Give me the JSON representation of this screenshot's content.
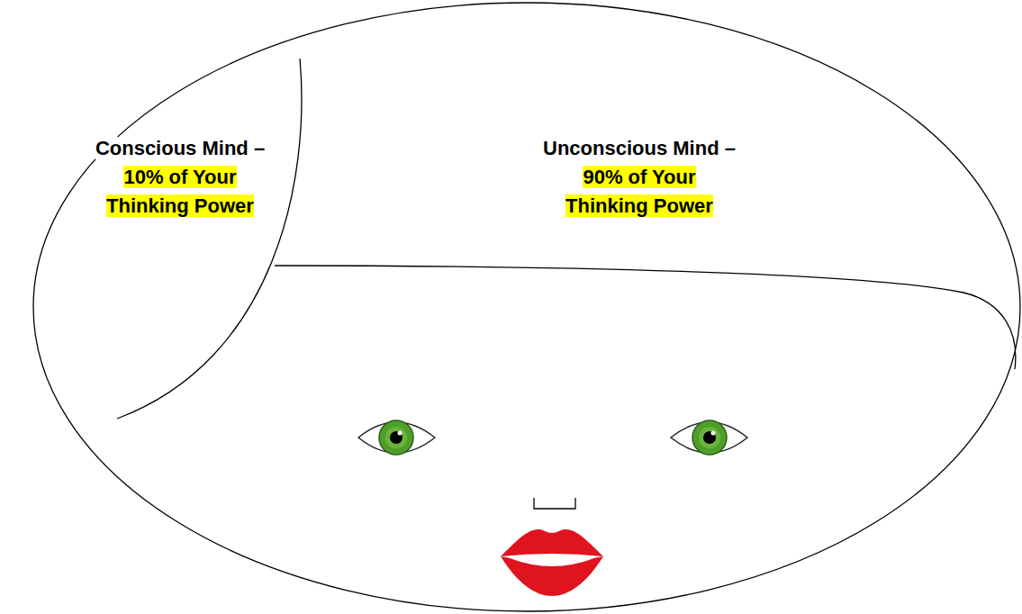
{
  "diagram": {
    "labels": [
      "Conscious Mind –",
      "10% of Your Thinking Power",
      "Unconscious Mind –",
      "90% of Your Thinking Power"
    ]
  }
}
